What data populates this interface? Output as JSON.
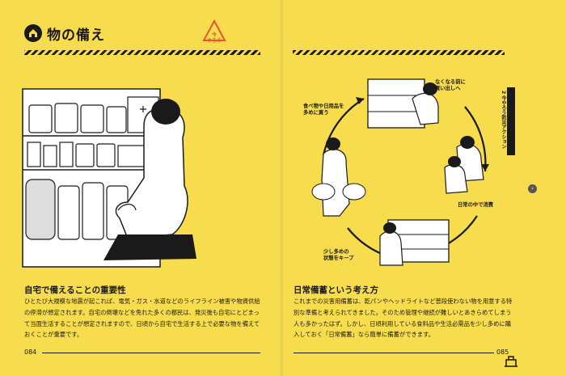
{
  "left_page": {
    "header_title": "物の備え",
    "badge_text": "今\nやろう",
    "section_title": "自宅で備えることの重要性",
    "body_text": "ひとたび大規模な地震が起これば、電気・ガス・水道などのライフライン被害や物資供給の停滞が想定されます。自宅の倒壊などを免れた多くの都民は、発災後も自宅にとどまって当面生活することが想定されますので、日頃から自宅で生活する上で必要な物を備えておくことが重要です。",
    "page_number": "084"
  },
  "right_page": {
    "side_label": "2 今やろう防災アクション",
    "section_title": "日常備蓄という考え方",
    "body_text": "これまでの災害用備蓄は、乾パンやヘッドライトなど普段使わない物を用意する特別な準備と考えられてきました。そのため管理や継続が難しいとあきらめてしまう人も多かったはず。しかし、日頃利用している食料品や生活必需品を少し多めに購入しておく「日常備蓄」なら簡単に備蓄ができます。",
    "page_number": "085",
    "next_arrow": "›",
    "cycle_captions": {
      "buy": "食べ物や日用品を\n多めに買う",
      "refill": "なくなる前に\n買い出しへ",
      "consume": "日常の中で消費",
      "keep": "少し多めの\n状態をキープ"
    }
  },
  "colors": {
    "background": "#f7dc4d",
    "ink": "#1a1a1a",
    "accent": "#e4572e"
  }
}
